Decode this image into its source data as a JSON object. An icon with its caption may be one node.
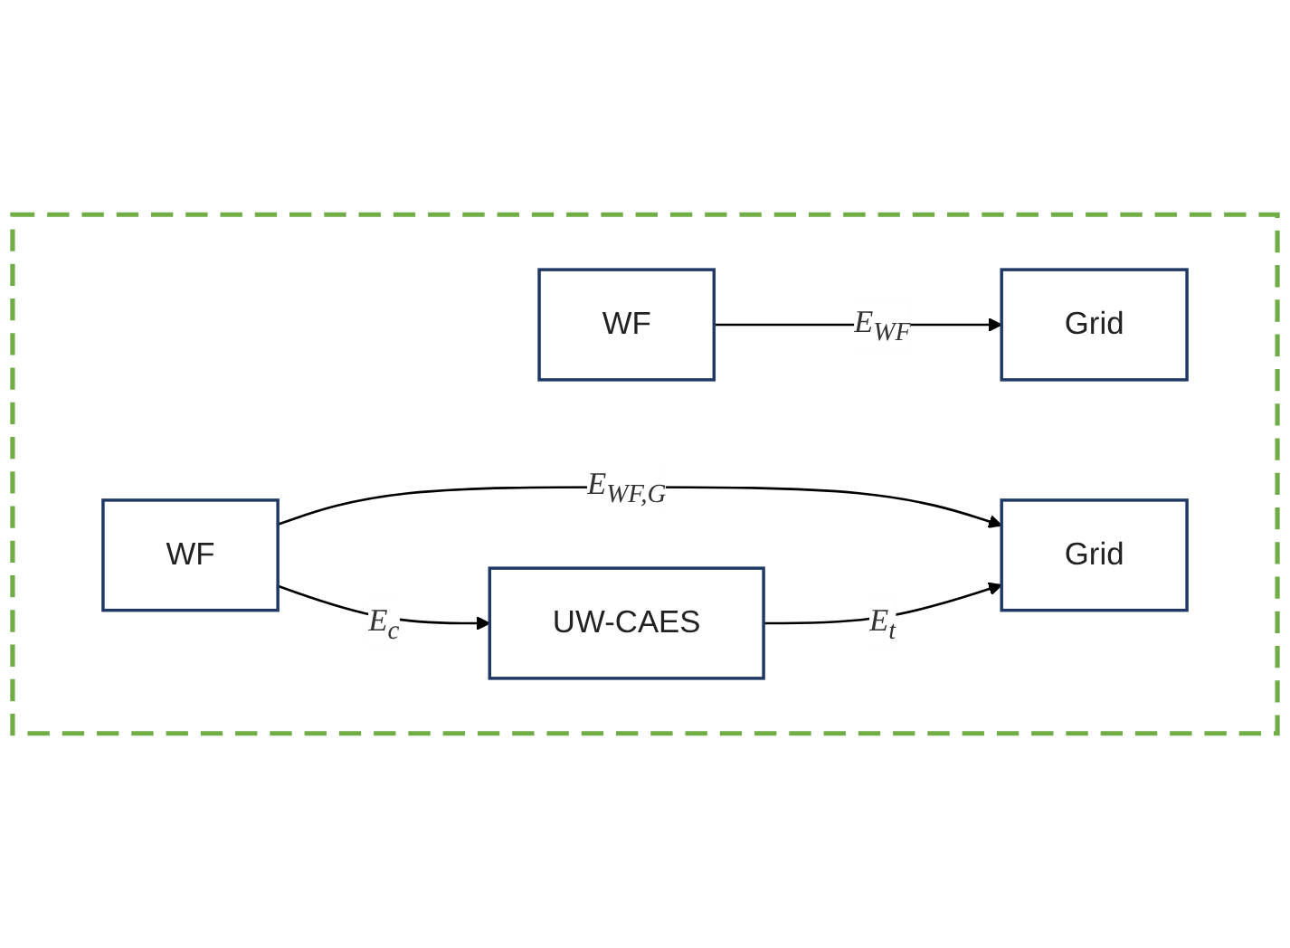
{
  "diagram": {
    "nodes": [
      {
        "text": [],
        "shape": "box"
      },
      {
        "text": [
          "WF"
        ],
        "in": 0
      },
      {
        "text": [
          "Grid"
        ],
        "in": 0
      },
      {
        "text": [
          "WF"
        ],
        "in": 0
      },
      {
        "text": [
          "Grid"
        ],
        "in": 0
      },
      {
        "text": [
          "UW-CAES"
        ],
        "in": 0
      }
    ],
    "edges": [
      {
        "from": 1,
        "to": 2,
        "arrow": "to",
        "label": "E$_{WF}$"
      },
      {
        "from": 3,
        "to": 4,
        "arrow": "to",
        "label": "E$_{WF,G}$"
      },
      {
        "from": 3,
        "to": 5,
        "arrow": "to",
        "label": "E$_{c}$"
      },
      {
        "from": 5,
        "to": 4,
        "arrow": "to",
        "label": "E$_{t}$"
      }
    ]
  }
}
